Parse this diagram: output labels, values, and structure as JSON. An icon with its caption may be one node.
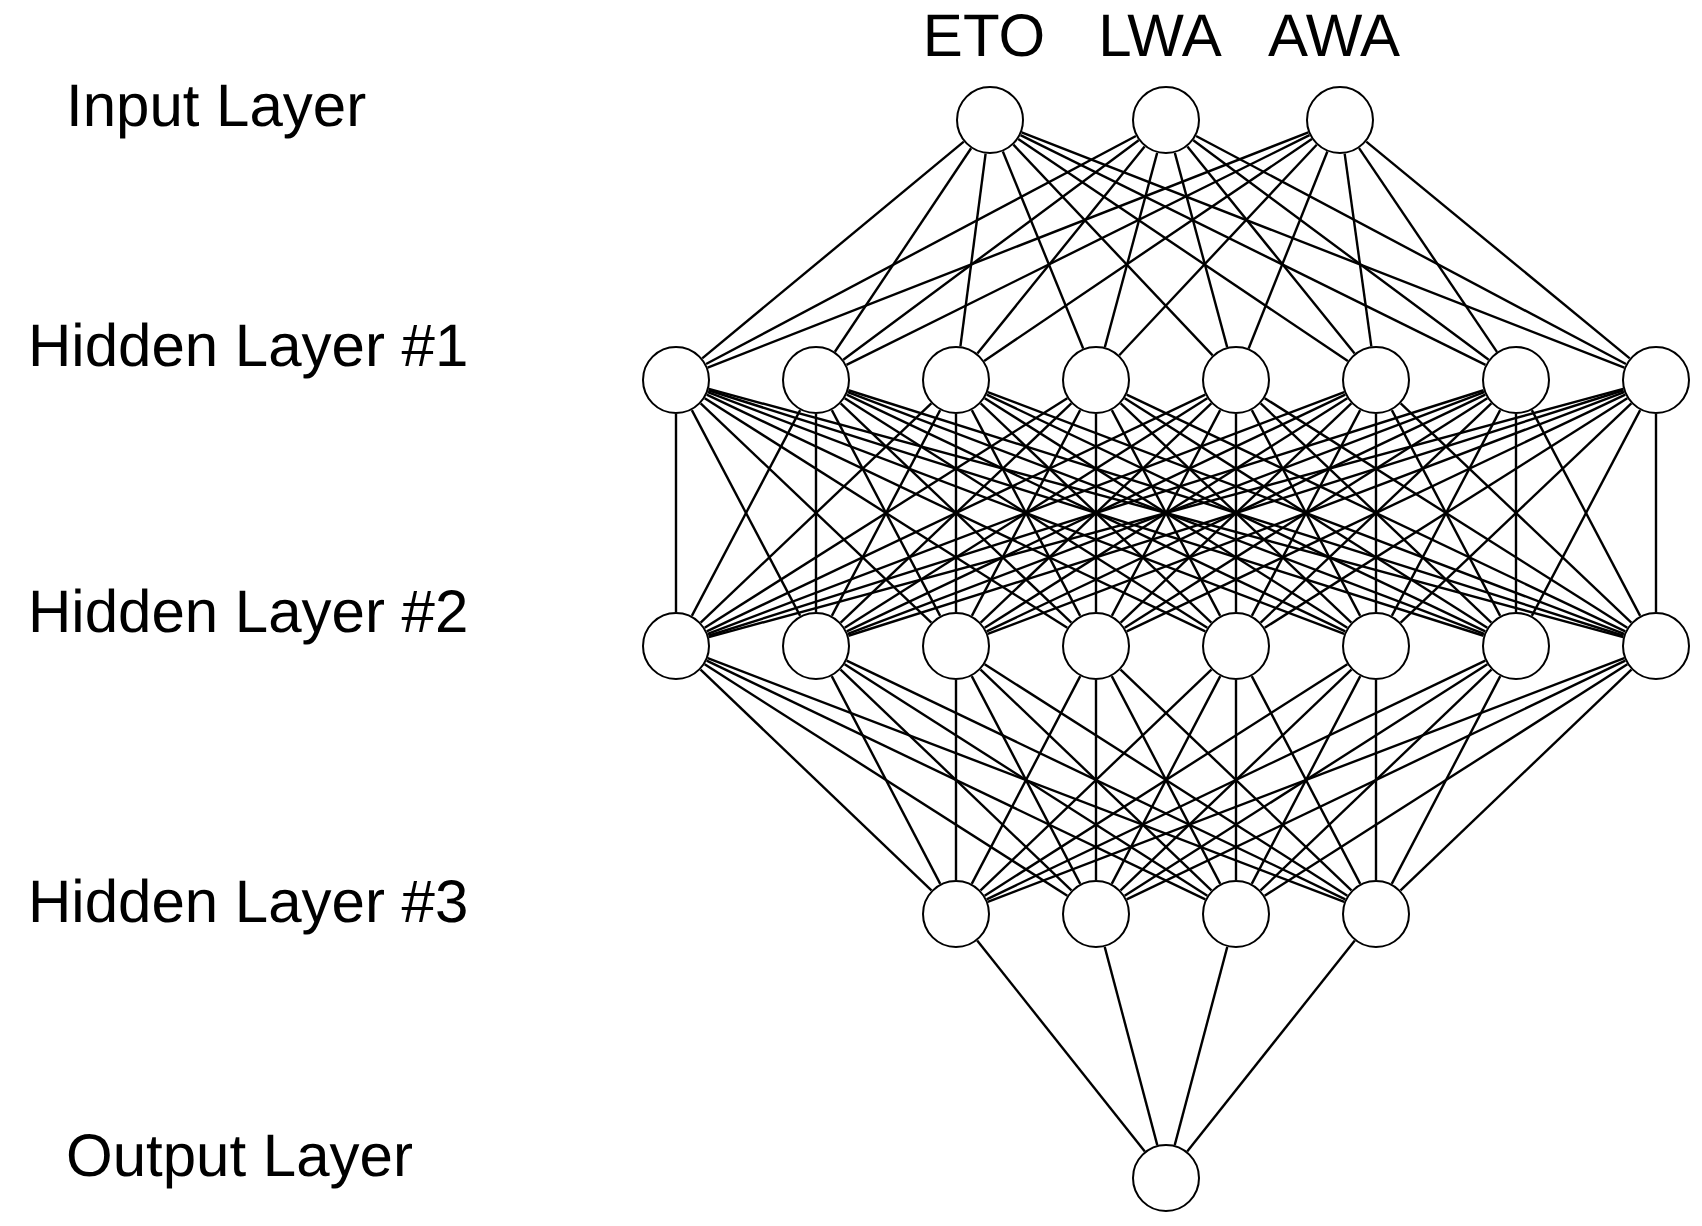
{
  "diagram": {
    "nodes": [
      {
        "text": [],
        "shape": "circle",
        "beside": [
          "ETO"
        ]
      },
      {
        "text": [],
        "shape": "circle",
        "beside": [
          "LWA"
        ]
      },
      {
        "text": [],
        "shape": "circle",
        "beside": [
          "AWA"
        ]
      },
      {
        "text": [],
        "shape": "circle"
      },
      {
        "text": [],
        "shape": "circle"
      },
      {
        "text": [],
        "shape": "circle"
      },
      {
        "text": [],
        "shape": "circle"
      },
      {
        "text": [],
        "shape": "circle"
      },
      {
        "text": [],
        "shape": "circle"
      },
      {
        "text": [],
        "shape": "circle"
      },
      {
        "text": [],
        "shape": "circle"
      },
      {
        "text": [],
        "shape": "circle"
      },
      {
        "text": [],
        "shape": "circle"
      },
      {
        "text": [],
        "shape": "circle"
      },
      {
        "text": [],
        "shape": "circle"
      },
      {
        "text": [],
        "shape": "circle"
      },
      {
        "text": [],
        "shape": "circle"
      },
      {
        "text": [],
        "shape": "circle"
      },
      {
        "text": [],
        "shape": "circle"
      },
      {
        "text": [],
        "shape": "circle"
      },
      {
        "text": [],
        "shape": "circle"
      },
      {
        "text": [],
        "shape": "circle"
      },
      {
        "text": [],
        "shape": "circle"
      },
      {
        "text": [],
        "shape": "circle"
      }
    ],
    "edges": [
      {
        "from": 0,
        "to": 3,
        "arrow": "none"
      },
      {
        "from": 0,
        "to": 4,
        "arrow": "none"
      },
      {
        "from": 0,
        "to": 5,
        "arrow": "none"
      },
      {
        "from": 0,
        "to": 6,
        "arrow": "none"
      },
      {
        "from": 0,
        "to": 7,
        "arrow": "none"
      },
      {
        "from": 0,
        "to": 8,
        "arrow": "none"
      },
      {
        "from": 0,
        "to": 9,
        "arrow": "none"
      },
      {
        "from": 0,
        "to": 10,
        "arrow": "none"
      },
      {
        "from": 1,
        "to": 3,
        "arrow": "none"
      },
      {
        "from": 1,
        "to": 4,
        "arrow": "none"
      },
      {
        "from": 1,
        "to": 5,
        "arrow": "none"
      },
      {
        "from": 1,
        "to": 6,
        "arrow": "none"
      },
      {
        "from": 1,
        "to": 7,
        "arrow": "none"
      },
      {
        "from": 1,
        "to": 8,
        "arrow": "none"
      },
      {
        "from": 1,
        "to": 9,
        "arrow": "none"
      },
      {
        "from": 1,
        "to": 10,
        "arrow": "none"
      },
      {
        "from": 2,
        "to": 3,
        "arrow": "none"
      },
      {
        "from": 2,
        "to": 4,
        "arrow": "none"
      },
      {
        "from": 2,
        "to": 5,
        "arrow": "none"
      },
      {
        "from": 2,
        "to": 6,
        "arrow": "none"
      },
      {
        "from": 2,
        "to": 7,
        "arrow": "none"
      },
      {
        "from": 2,
        "to": 8,
        "arrow": "none"
      },
      {
        "from": 2,
        "to": 9,
        "arrow": "none"
      },
      {
        "from": 2,
        "to": 10,
        "arrow": "none"
      },
      {
        "from": 3,
        "to": 11,
        "arrow": "none"
      },
      {
        "from": 3,
        "to": 12,
        "arrow": "none"
      },
      {
        "from": 3,
        "to": 13,
        "arrow": "none"
      },
      {
        "from": 3,
        "to": 14,
        "arrow": "none"
      },
      {
        "from": 3,
        "to": 15,
        "arrow": "none"
      },
      {
        "from": 3,
        "to": 16,
        "arrow": "none"
      },
      {
        "from": 3,
        "to": 17,
        "arrow": "none"
      },
      {
        "from": 3,
        "to": 18,
        "arrow": "none"
      },
      {
        "from": 4,
        "to": 11,
        "arrow": "none"
      },
      {
        "from": 4,
        "to": 12,
        "arrow": "none"
      },
      {
        "from": 4,
        "to": 13,
        "arrow": "none"
      },
      {
        "from": 4,
        "to": 14,
        "arrow": "none"
      },
      {
        "from": 4,
        "to": 15,
        "arrow": "none"
      },
      {
        "from": 4,
        "to": 16,
        "arrow": "none"
      },
      {
        "from": 4,
        "to": 17,
        "arrow": "none"
      },
      {
        "from": 4,
        "to": 18,
        "arrow": "none"
      },
      {
        "from": 5,
        "to": 11,
        "arrow": "none"
      },
      {
        "from": 5,
        "to": 12,
        "arrow": "none"
      },
      {
        "from": 5,
        "to": 13,
        "arrow": "none"
      },
      {
        "from": 5,
        "to": 14,
        "arrow": "none"
      },
      {
        "from": 5,
        "to": 15,
        "arrow": "none"
      },
      {
        "from": 5,
        "to": 16,
        "arrow": "none"
      },
      {
        "from": 5,
        "to": 17,
        "arrow": "none"
      },
      {
        "from": 5,
        "to": 18,
        "arrow": "none"
      },
      {
        "from": 6,
        "to": 11,
        "arrow": "none"
      },
      {
        "from": 6,
        "to": 12,
        "arrow": "none"
      },
      {
        "from": 6,
        "to": 13,
        "arrow": "none"
      },
      {
        "from": 6,
        "to": 14,
        "arrow": "none"
      },
      {
        "from": 6,
        "to": 15,
        "arrow": "none"
      },
      {
        "from": 6,
        "to": 16,
        "arrow": "none"
      },
      {
        "from": 6,
        "to": 17,
        "arrow": "none"
      },
      {
        "from": 6,
        "to": 18,
        "arrow": "none"
      },
      {
        "from": 7,
        "to": 11,
        "arrow": "none"
      },
      {
        "from": 7,
        "to": 12,
        "arrow": "none"
      },
      {
        "from": 7,
        "to": 13,
        "arrow": "none"
      },
      {
        "from": 7,
        "to": 14,
        "arrow": "none"
      },
      {
        "from": 7,
        "to": 15,
        "arrow": "none"
      },
      {
        "from": 7,
        "to": 16,
        "arrow": "none"
      },
      {
        "from": 7,
        "to": 17,
        "arrow": "none"
      },
      {
        "from": 7,
        "to": 18,
        "arrow": "none"
      },
      {
        "from": 8,
        "to": 11,
        "arrow": "none"
      },
      {
        "from": 8,
        "to": 12,
        "arrow": "none"
      },
      {
        "from": 8,
        "to": 13,
        "arrow": "none"
      },
      {
        "from": 8,
        "to": 14,
        "arrow": "none"
      },
      {
        "from": 8,
        "to": 15,
        "arrow": "none"
      },
      {
        "from": 8,
        "to": 16,
        "arrow": "none"
      },
      {
        "from": 8,
        "to": 17,
        "arrow": "none"
      },
      {
        "from": 8,
        "to": 18,
        "arrow": "none"
      },
      {
        "from": 9,
        "to": 11,
        "arrow": "none"
      },
      {
        "from": 9,
        "to": 12,
        "arrow": "none"
      },
      {
        "from": 9,
        "to": 13,
        "arrow": "none"
      },
      {
        "from": 9,
        "to": 14,
        "arrow": "none"
      },
      {
        "from": 9,
        "to": 15,
        "arrow": "none"
      },
      {
        "from": 9,
        "to": 16,
        "arrow": "none"
      },
      {
        "from": 9,
        "to": 17,
        "arrow": "none"
      },
      {
        "from": 9,
        "to": 18,
        "arrow": "none"
      },
      {
        "from": 10,
        "to": 11,
        "arrow": "none"
      },
      {
        "from": 10,
        "to": 12,
        "arrow": "none"
      },
      {
        "from": 10,
        "to": 13,
        "arrow": "none"
      },
      {
        "from": 10,
        "to": 14,
        "arrow": "none"
      },
      {
        "from": 10,
        "to": 15,
        "arrow": "none"
      },
      {
        "from": 10,
        "to": 16,
        "arrow": "none"
      },
      {
        "from": 10,
        "to": 17,
        "arrow": "none"
      },
      {
        "from": 10,
        "to": 18,
        "arrow": "none"
      },
      {
        "from": 11,
        "to": 19,
        "arrow": "none"
      },
      {
        "from": 11,
        "to": 20,
        "arrow": "none"
      },
      {
        "from": 11,
        "to": 21,
        "arrow": "none"
      },
      {
        "from": 11,
        "to": 22,
        "arrow": "none"
      },
      {
        "from": 12,
        "to": 19,
        "arrow": "none"
      },
      {
        "from": 12,
        "to": 20,
        "arrow": "none"
      },
      {
        "from": 12,
        "to": 21,
        "arrow": "none"
      },
      {
        "from": 12,
        "to": 22,
        "arrow": "none"
      },
      {
        "from": 13,
        "to": 19,
        "arrow": "none"
      },
      {
        "from": 13,
        "to": 20,
        "arrow": "none"
      },
      {
        "from": 13,
        "to": 21,
        "arrow": "none"
      },
      {
        "from": 13,
        "to": 22,
        "arrow": "none"
      },
      {
        "from": 14,
        "to": 19,
        "arrow": "none"
      },
      {
        "from": 14,
        "to": 20,
        "arrow": "none"
      },
      {
        "from": 14,
        "to": 21,
        "arrow": "none"
      },
      {
        "from": 14,
        "to": 22,
        "arrow": "none"
      },
      {
        "from": 15,
        "to": 19,
        "arrow": "none"
      },
      {
        "from": 15,
        "to": 20,
        "arrow": "none"
      },
      {
        "from": 15,
        "to": 21,
        "arrow": "none"
      },
      {
        "from": 15,
        "to": 22,
        "arrow": "none"
      },
      {
        "from": 16,
        "to": 19,
        "arrow": "none"
      },
      {
        "from": 16,
        "to": 20,
        "arrow": "none"
      },
      {
        "from": 16,
        "to": 21,
        "arrow": "none"
      },
      {
        "from": 16,
        "to": 22,
        "arrow": "none"
      },
      {
        "from": 17,
        "to": 19,
        "arrow": "none"
      },
      {
        "from": 17,
        "to": 20,
        "arrow": "none"
      },
      {
        "from": 17,
        "to": 21,
        "arrow": "none"
      },
      {
        "from": 17,
        "to": 22,
        "arrow": "none"
      },
      {
        "from": 18,
        "to": 19,
        "arrow": "none"
      },
      {
        "from": 18,
        "to": 20,
        "arrow": "none"
      },
      {
        "from": 18,
        "to": 21,
        "arrow": "none"
      },
      {
        "from": 18,
        "to": 22,
        "arrow": "none"
      },
      {
        "from": 19,
        "to": 23,
        "arrow": "none"
      },
      {
        "from": 20,
        "to": 23,
        "arrow": "none"
      },
      {
        "from": 21,
        "to": 23,
        "arrow": "none"
      },
      {
        "from": 22,
        "to": 23,
        "arrow": "none"
      }
    ],
    "labels": [
      "Input Layer",
      "Hidden Layer #1",
      "Hidden Layer #2",
      "Hidden Layer #3",
      "Output Layer"
    ]
  }
}
